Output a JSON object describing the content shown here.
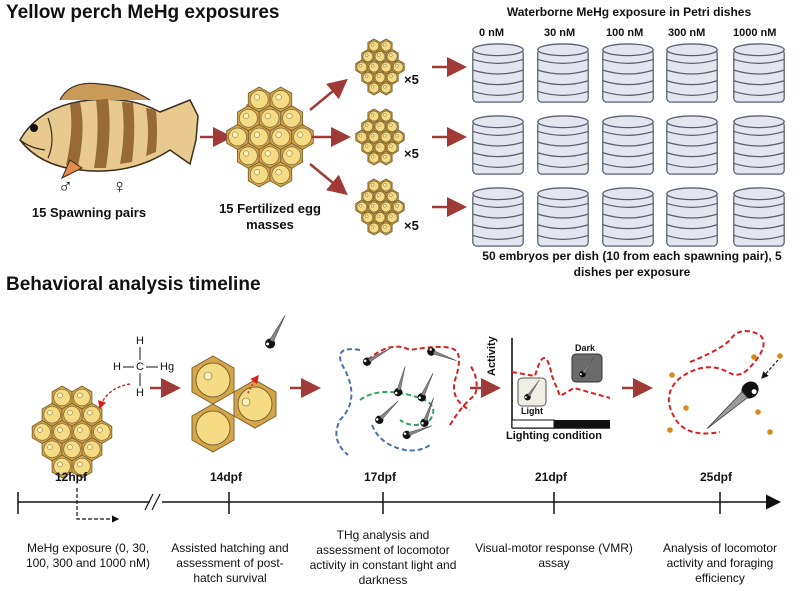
{
  "section1": {
    "title": "Yellow perch MeHg exposures"
  },
  "fish": {
    "male_symbol": "♂",
    "female_symbol": "♀",
    "label": "15 Spawning pairs"
  },
  "eggs": {
    "label": "15 Fertilized egg masses"
  },
  "multiplier": "×5",
  "petri": {
    "title": "Waterborne MeHg exposure in Petri dishes",
    "concentrations": [
      "0 nM",
      "30 nM",
      "100 nM",
      "300 nM",
      "1000 nM"
    ],
    "note": "50 embryos per dish (10 from each spawning pair), 5 dishes per exposure"
  },
  "section2": {
    "title": "Behavioral analysis timeline"
  },
  "molecule": {
    "h_top": "H",
    "h_left": "H",
    "c": "C",
    "hg": "Hg",
    "h_bottom": "H"
  },
  "vmr_chart": {
    "ylabel": "Activity",
    "xlabel": "Lighting condition",
    "light": "Light",
    "dark": "Dark"
  },
  "timeline": {
    "points": [
      {
        "time": "12hpf",
        "desc": "MeHg exposure (0, 30, 100, 300 and 1000 nM)"
      },
      {
        "time": "14dpf",
        "desc": "Assisted hatching and assessment of post-hatch survival"
      },
      {
        "time": "17dpf",
        "desc": "THg analysis  and assessment of locomotor activity in constant light and darkness"
      },
      {
        "time": "21dpf",
        "desc": "Visual-motor response (VMR) assay"
      },
      {
        "time": "25dpf",
        "desc": "Analysis of locomotor activity and foraging efficiency"
      }
    ]
  },
  "colors": {
    "arrow": "#a03a36",
    "egg_fill": "#f4d27a",
    "egg_stroke": "#7a6330",
    "dish_fill": "#dfe2ea",
    "dish_stroke": "#5a5f6e",
    "larva_red": "#d9201f",
    "larva_green": "#2ea35a",
    "larva_blue": "#4a6fb0",
    "food": "#d98a1a"
  }
}
